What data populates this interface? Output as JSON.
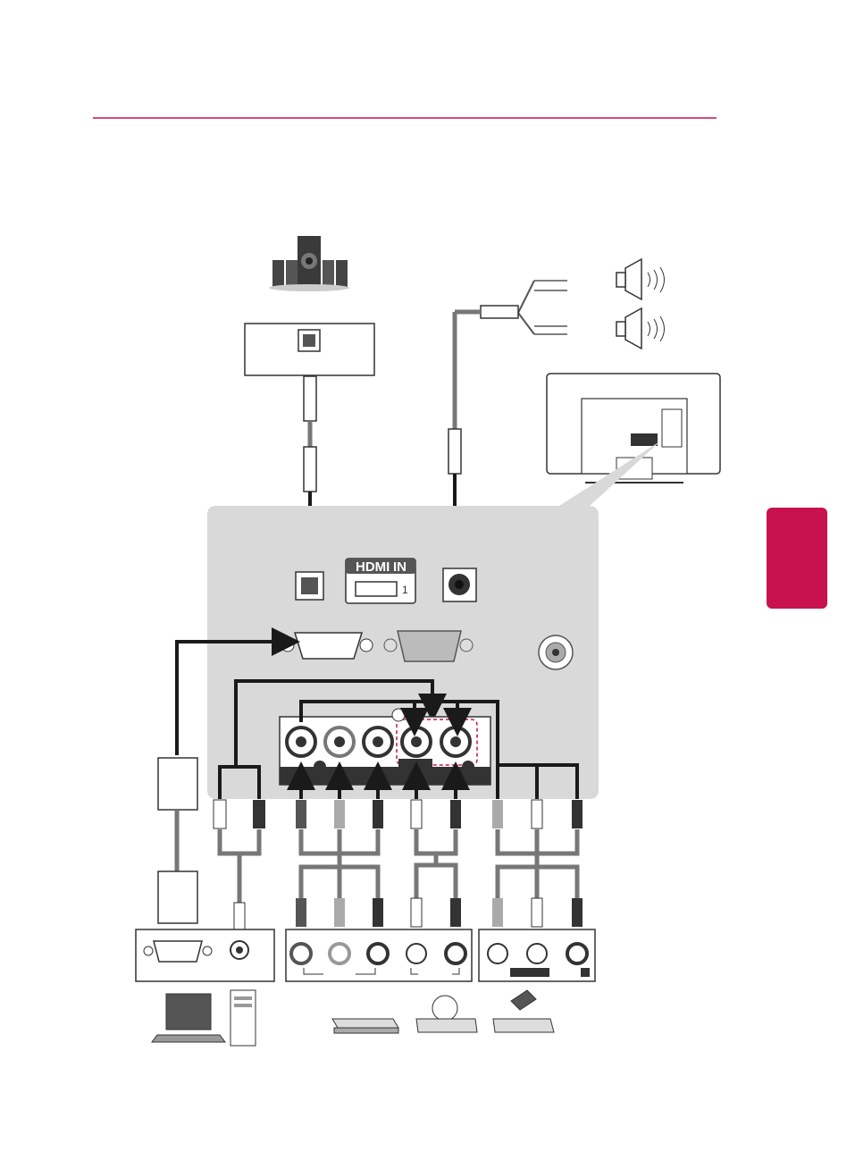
{
  "colors": {
    "accent": "#c8114f",
    "panel": "#d9d9d9",
    "cable_dark": "#1a1a1a",
    "cable_gray": "#777777",
    "dashed_highlight": "#c8114f"
  },
  "panel": {
    "hdmi_logo": "HDMI",
    "hdmi_suffix": "IN",
    "hdmi_port_number": "1"
  },
  "icons": [
    "home-theater-speakers-icon",
    "external-speaker-icon",
    "tv-back-icon",
    "laptop-icon",
    "desktop-tower-icon",
    "dvd-player-icon",
    "disc-player-icon",
    "vcr-icon"
  ]
}
